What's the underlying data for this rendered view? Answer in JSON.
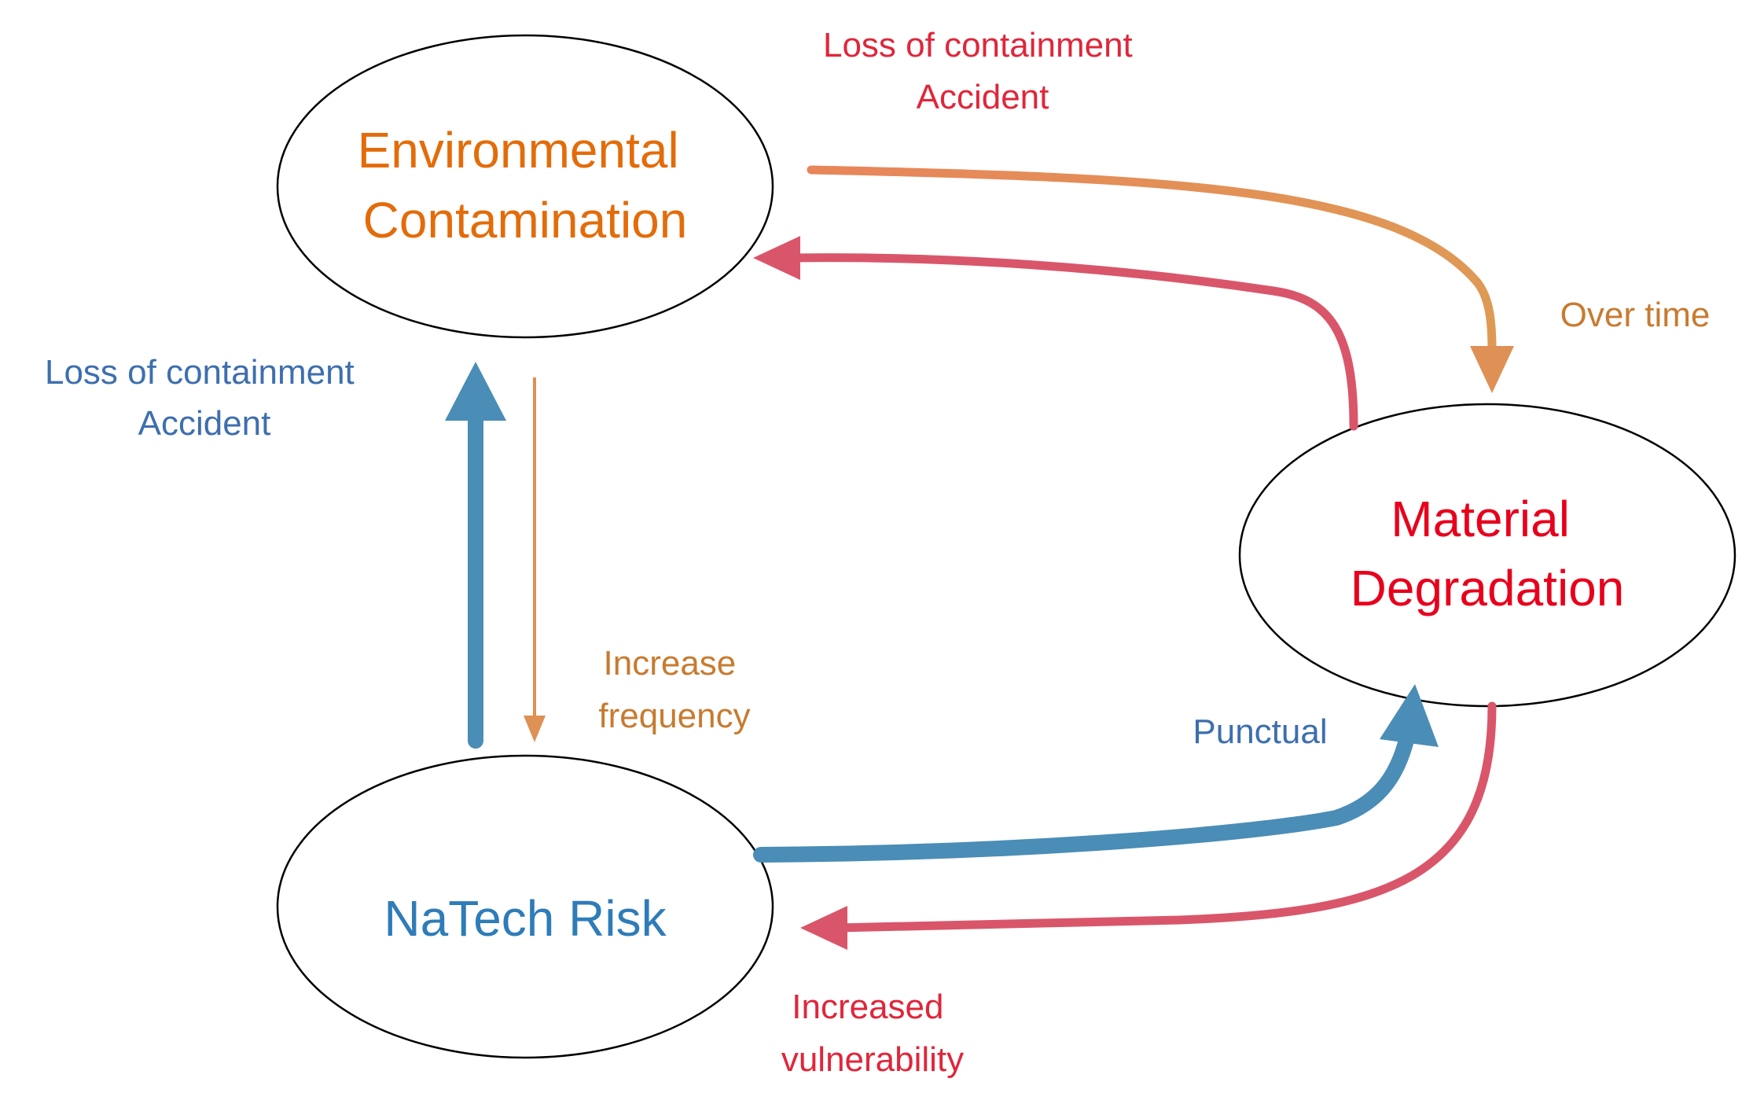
{
  "colors": {
    "orange_node": "#E36C0A",
    "red_node": "#E8001C",
    "blue_node": "#2E7CB8",
    "blue_arrow": "#4A8DB6",
    "red_arrow": "#D9566A",
    "orange_arrow": "#DE9055",
    "red_text": "#E0263A",
    "blue_text": "#3D6FAE",
    "orange_text": "#C77B30",
    "outline": "#000000"
  },
  "nodes": {
    "environmental": {
      "line1": "Environmental",
      "line2": "Contamination"
    },
    "material": {
      "line1": "Material",
      "line2": "Degradation"
    },
    "natech": {
      "label": "NaTech Risk"
    }
  },
  "edges": {
    "env_to_material": {
      "line1": "Loss of containment",
      "line2": "Accident"
    },
    "over_time": {
      "label": "Over time"
    },
    "natech_to_env": {
      "line1": "Loss of containment",
      "line2": "Accident"
    },
    "env_to_natech": {
      "line1": "Increase",
      "line2": "frequency"
    },
    "natech_to_material": {
      "label": "Punctual"
    },
    "material_to_natech": {
      "line1": "Increased",
      "line2": "vulnerability"
    }
  }
}
